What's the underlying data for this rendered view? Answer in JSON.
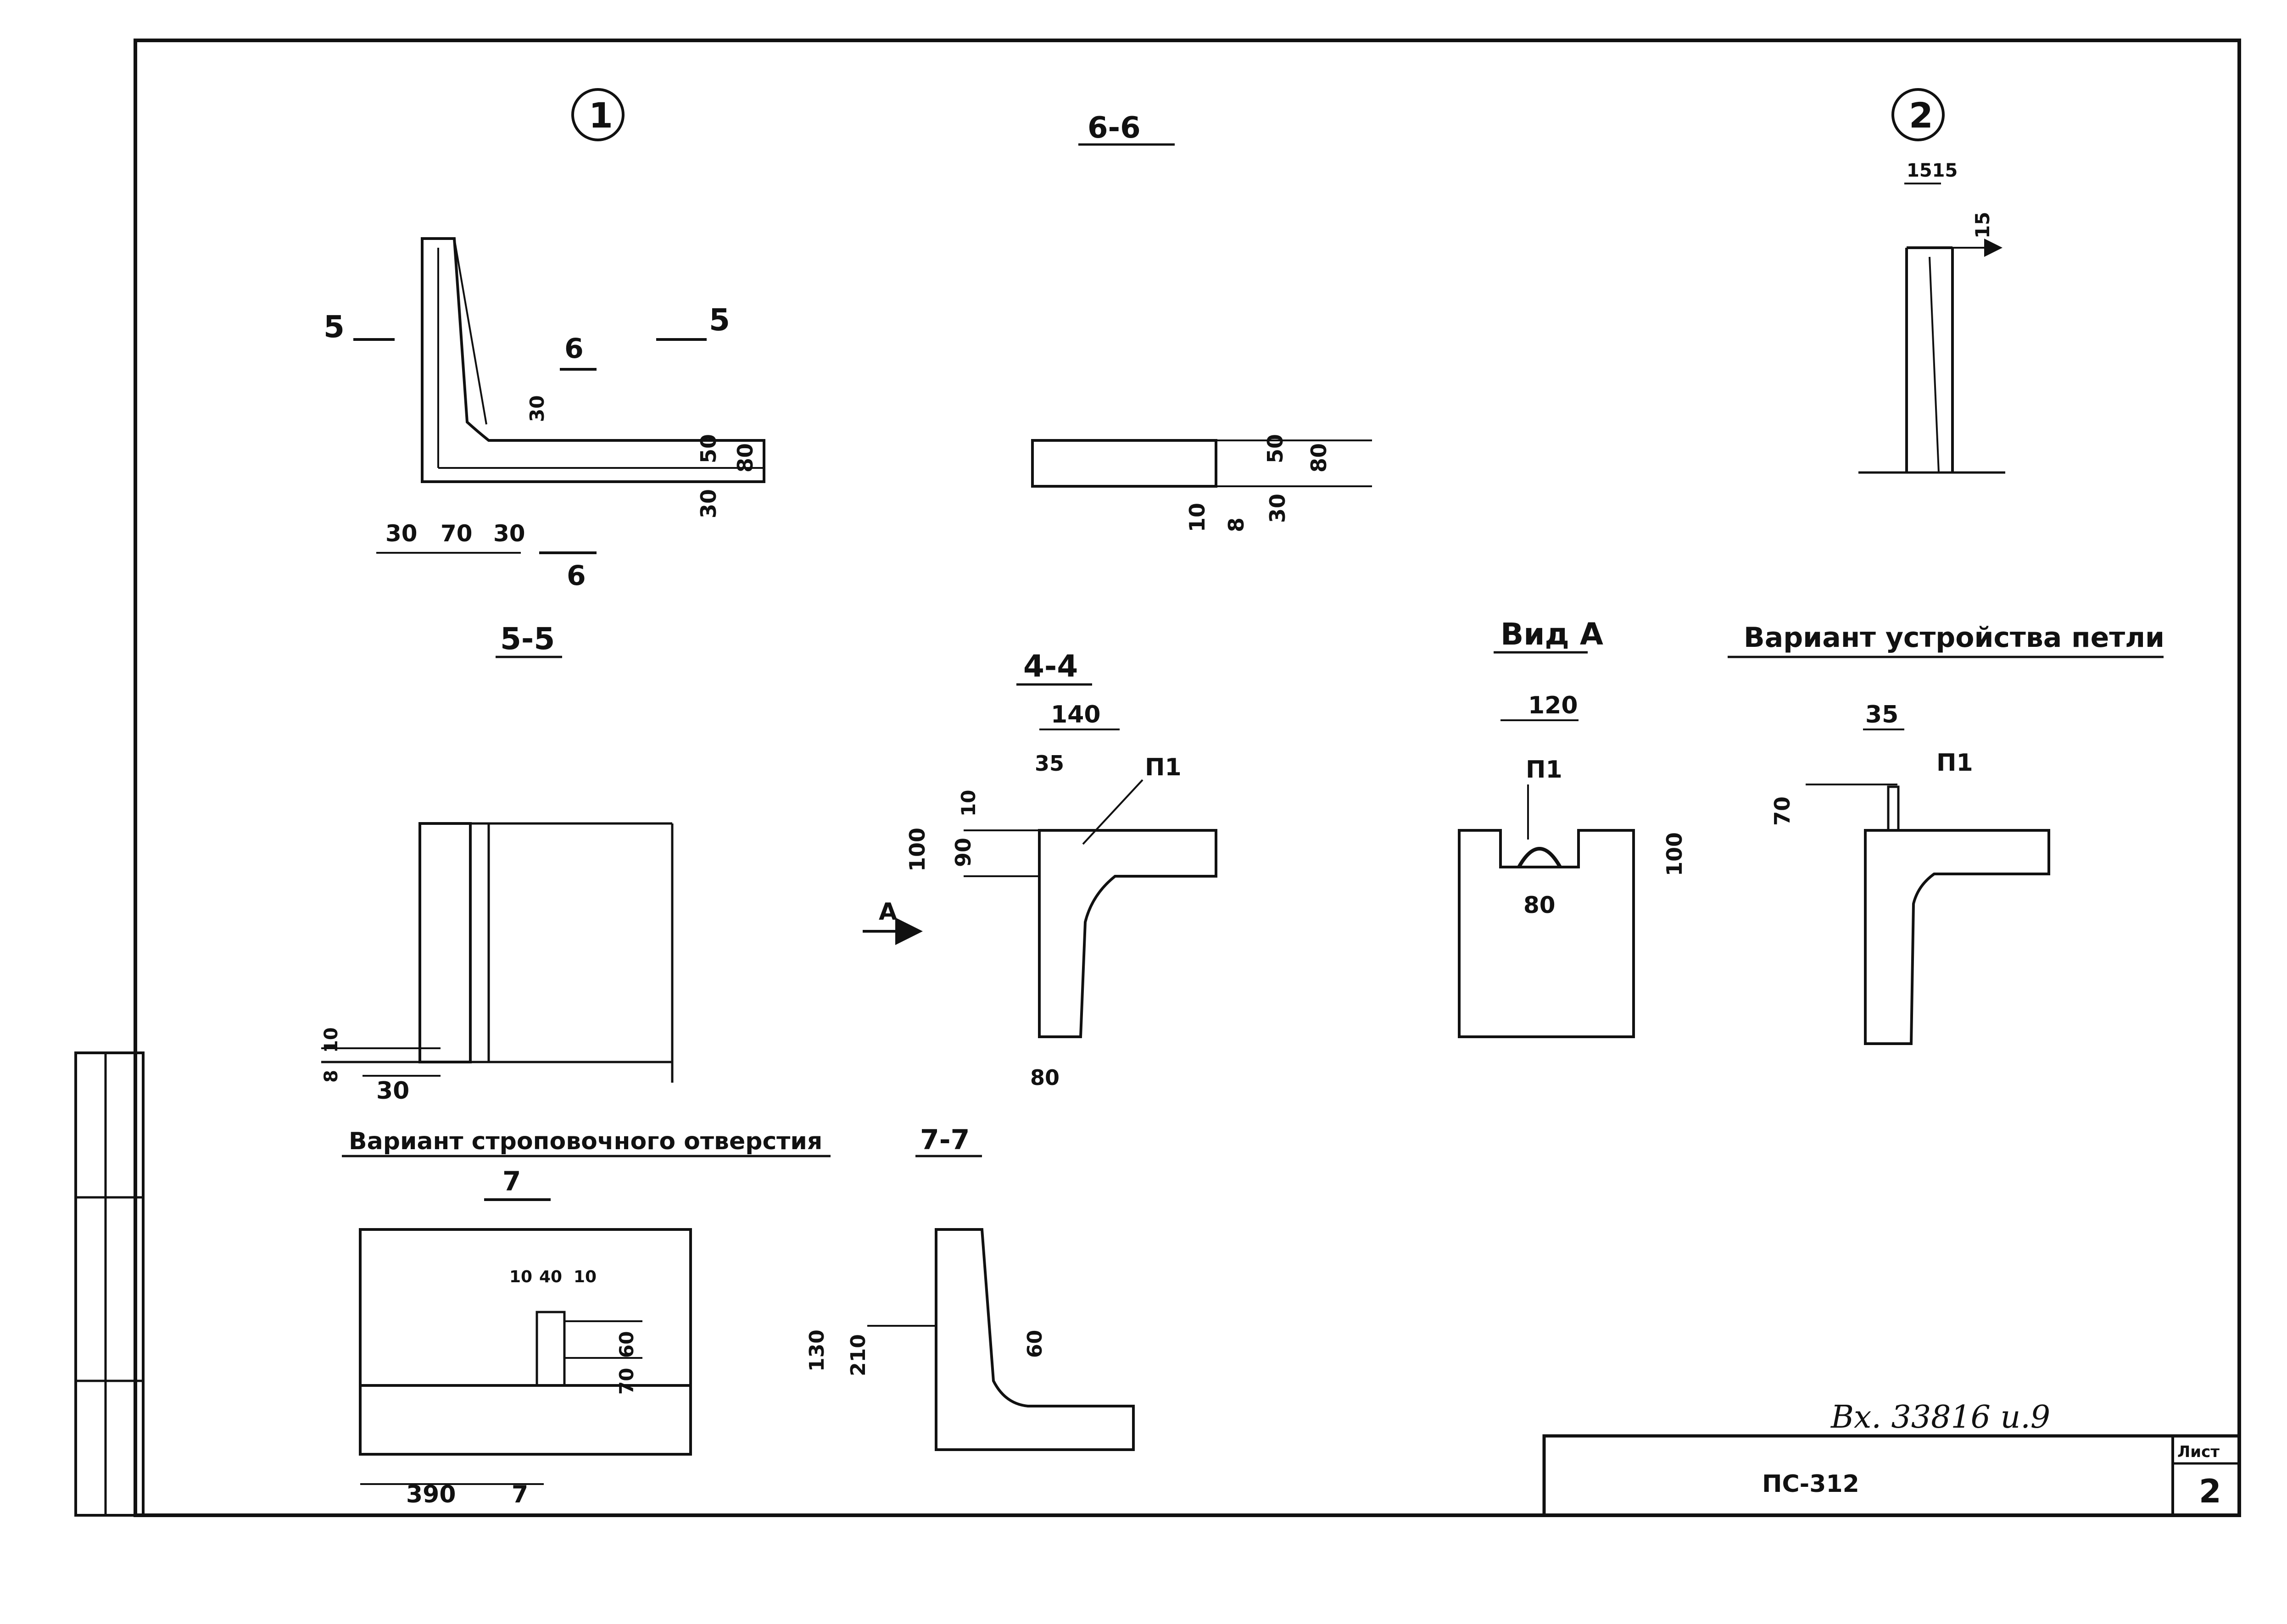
{
  "callouts": {
    "detail_1": "1",
    "detail_2": "2"
  },
  "titles": {
    "sec_6_6": "6-6",
    "sec_5_5": "5-5",
    "sec_4_4": "4-4",
    "view_a": "Вид А",
    "loop_variant": "Вариант устройства петли",
    "sling_hole_variant": "Вариант строповочного отверстия",
    "sec_7_7": "7-7"
  },
  "section_marks": {
    "five": "5",
    "six": "6",
    "seven": "7",
    "view_arrow": "А"
  },
  "detail1_dims": {
    "d30a": "30",
    "d70": "70",
    "d30b": "30",
    "d30v": "30",
    "d50": "50",
    "d80": "80",
    "d30c": "30"
  },
  "detail2_dims": {
    "d1515": "1515",
    "d15": "15"
  },
  "sec66_dims": {
    "d50": "50",
    "d80": "80",
    "d30": "30",
    "d10": "10",
    "d8": "8"
  },
  "sec55_dims": {
    "d10": "10",
    "d8": "8",
    "d30": "30"
  },
  "sec44_dims": {
    "d140": "140",
    "d35": "35",
    "d10": "10",
    "d100": "100",
    "d90": "90",
    "d80": "80",
    "p1": "П1"
  },
  "viewa_dims": {
    "d120": "120",
    "d80": "80",
    "d100": "100",
    "p1": "П1"
  },
  "loop_dims": {
    "d35": "35",
    "d70": "70",
    "p1": "П1"
  },
  "hole_dims": {
    "d10a": "10",
    "d40": "40",
    "d10b": "10",
    "d60": "60",
    "d70": "70",
    "d390": "390"
  },
  "sec77_dims": {
    "d130": "130",
    "d210": "210",
    "d60": "60"
  },
  "title_block": {
    "code": "ПС-312",
    "sheet_label": "Лист",
    "sheet_number": "2"
  },
  "inventory_note": "Вх. 33816 и.9"
}
